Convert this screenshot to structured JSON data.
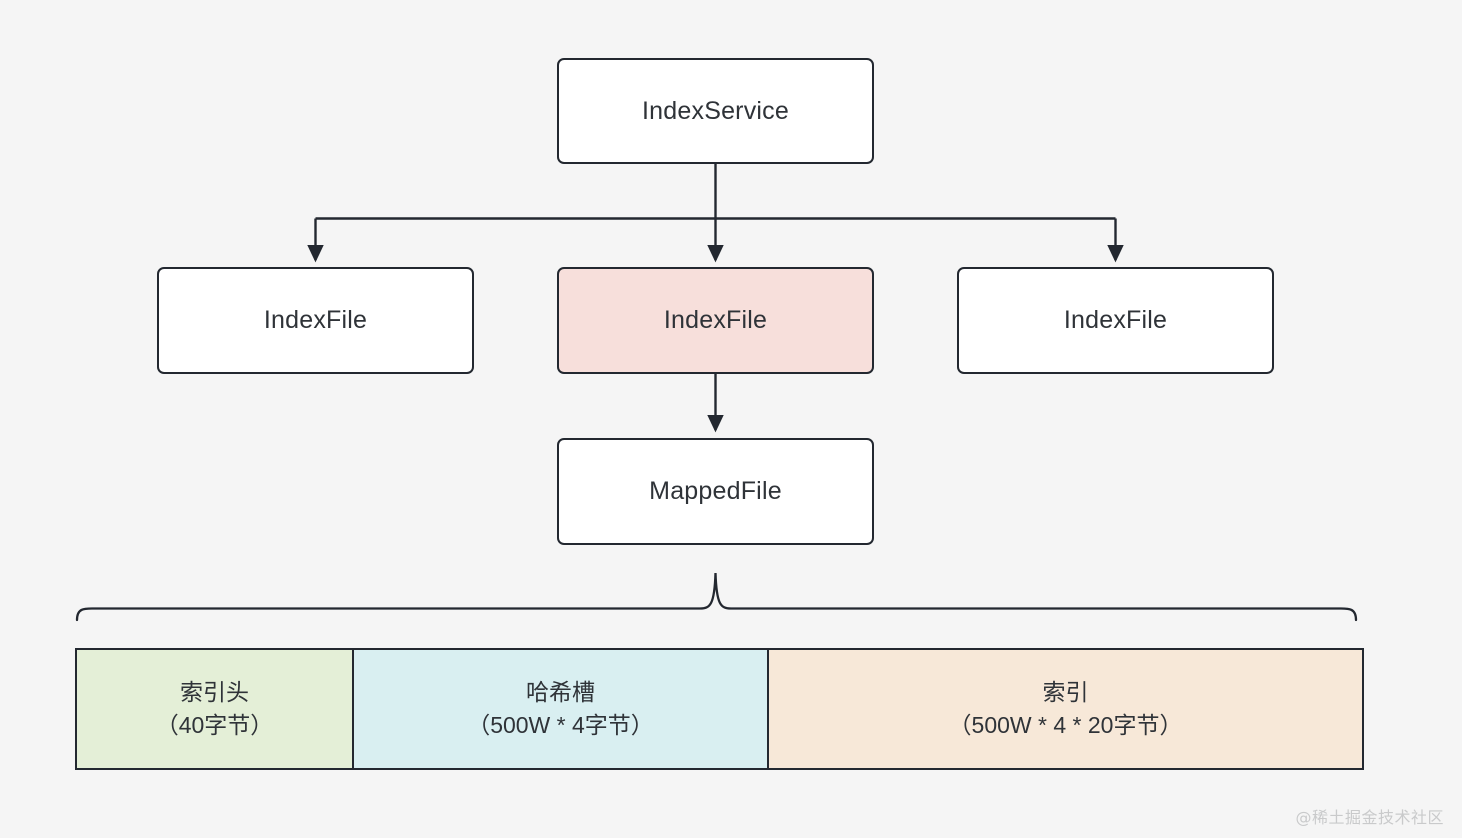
{
  "diagram": {
    "title_node": "IndexService",
    "nodes": [
      {
        "id": "indexservice",
        "label": "IndexService",
        "fill": "#ffffff"
      },
      {
        "id": "indexfile-left",
        "label": "IndexFile",
        "fill": "#ffffff"
      },
      {
        "id": "indexfile-center",
        "label": "IndexFile",
        "fill": "#f7dfdb"
      },
      {
        "id": "indexfile-right",
        "label": "IndexFile",
        "fill": "#ffffff"
      },
      {
        "id": "mappedfile",
        "label": "MappedFile",
        "fill": "#ffffff"
      }
    ],
    "segments": [
      {
        "id": "header",
        "name": "索引头",
        "detail": "（40字节）",
        "fill": "#e4efd7"
      },
      {
        "id": "slot",
        "name": "哈希槽",
        "detail": "（500W * 4字节）",
        "fill": "#d9eff1"
      },
      {
        "id": "index",
        "name": "索引",
        "detail": "（500W * 4 * 20字节）",
        "fill": "#f7e8d8"
      }
    ],
    "colors": {
      "background": "#f5f5f5",
      "stroke": "#232830",
      "text": "#2f3338",
      "highlight": "#f7dfdb",
      "segment_green": "#e4efd7",
      "segment_blue": "#d9eff1",
      "segment_peach": "#f7e8d8",
      "watermark": "#c9cacb"
    }
  },
  "watermark": {
    "text": "@稀土掘金技术社区"
  }
}
